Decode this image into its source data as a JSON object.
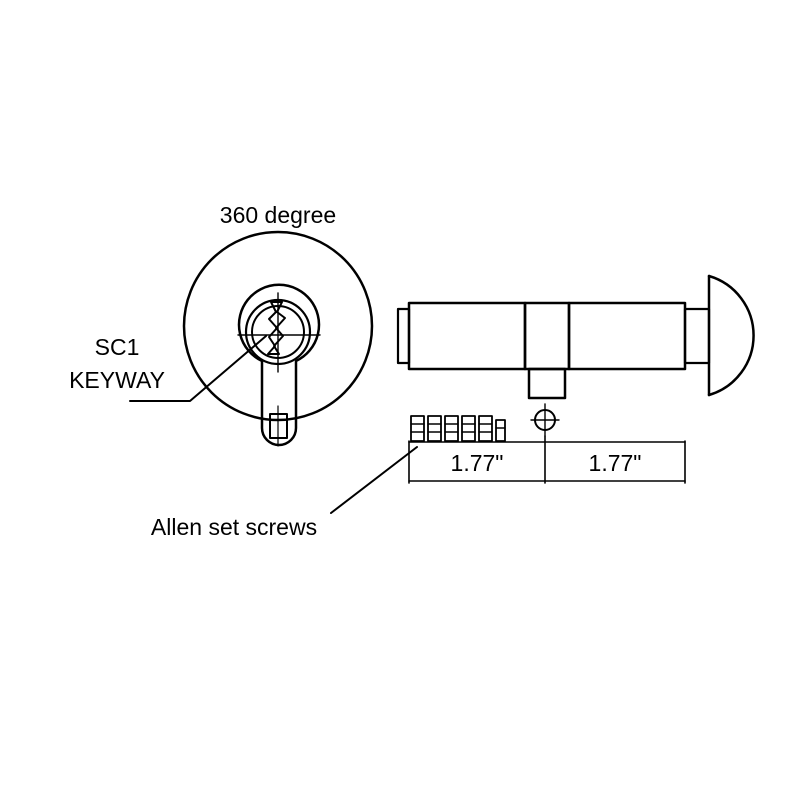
{
  "labels": {
    "rotation": "360 degree",
    "keyway_line1": "SC1",
    "keyway_line2": "KEYWAY",
    "screws": "Allen set screws",
    "dim_left": "1.77\"",
    "dim_right": "1.77\""
  },
  "colors": {
    "line": "#000000",
    "background": "#ffffff"
  }
}
